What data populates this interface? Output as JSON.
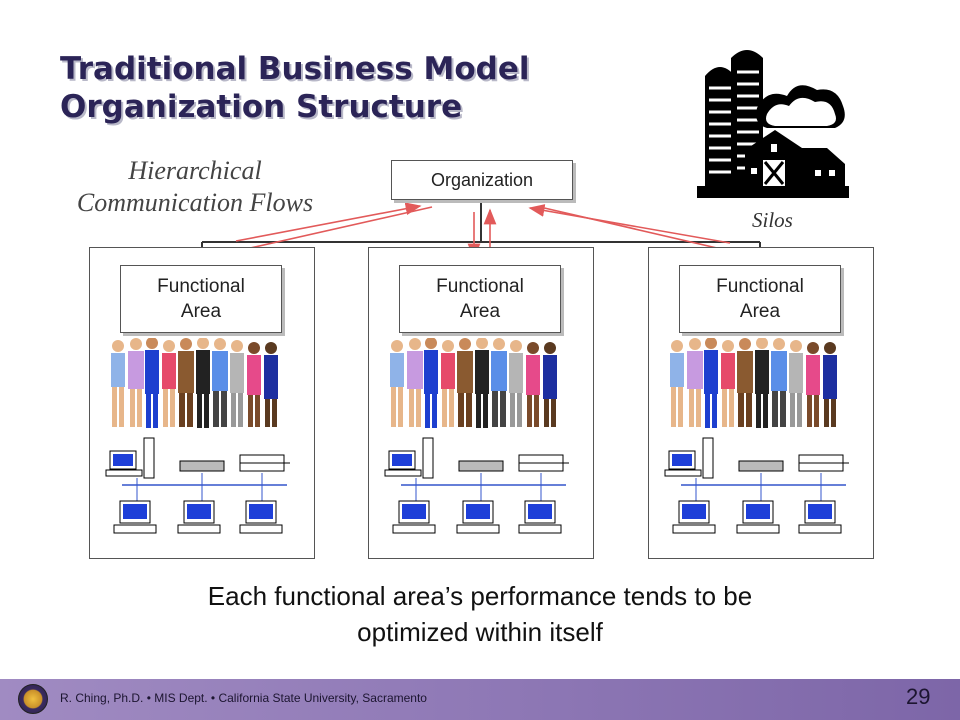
{
  "slide": {
    "title_line1": "Traditional Business Model",
    "title_line2": "Organization Structure",
    "subtitle_line1": "Hierarchical",
    "subtitle_line2": "Communication Flows",
    "silos_label": "Silos",
    "org_label": "Organization",
    "functional_area_line1": "Functional",
    "functional_area_line2": "Area",
    "caption_line1": "Each functional area’s performance tends to be",
    "caption_line2": "optimized within itself"
  },
  "footer": {
    "text": "R. Ching, Ph.D. • MIS Dept.  • California State University, Sacramento",
    "page_number": "29"
  },
  "colors": {
    "title": "#2b2457",
    "arrow": "#e25a5a",
    "footer": "#8f79b6",
    "screen": "#1e3fd8"
  },
  "icons": [
    "barn-silo-icon",
    "people-group-icon",
    "computer-icon",
    "printer-icon",
    "hub-icon",
    "university-seal-icon"
  ]
}
